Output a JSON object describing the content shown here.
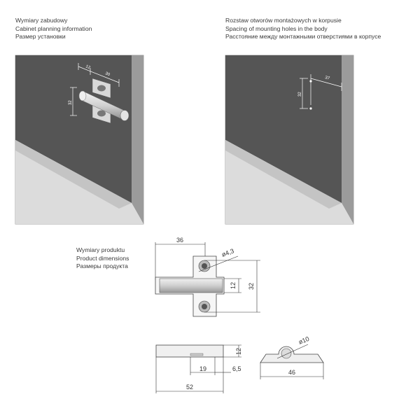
{
  "installation": {
    "caption": [
      "Wymiary zabudowy",
      "Cabinet planning information",
      "Размер установки"
    ],
    "dims": {
      "d12": "12",
      "d30": "30",
      "d32": "32"
    }
  },
  "spacing": {
    "caption": [
      "Rozstaw otworów montażowych w korpusie",
      "Spacing of mounting holes in the body",
      "Расстояние между монтажными отверстиями в корпусе"
    ],
    "dims": {
      "d37": "37",
      "d32": "32"
    }
  },
  "product": {
    "caption": [
      "Wymiary produktu",
      "Product dimensions",
      "Размеры продукта"
    ],
    "top_view": {
      "width": "36",
      "hole": "ø4,3",
      "bar": "12",
      "spacing": "32"
    },
    "side_view": {
      "height": "12",
      "inner": "19",
      "offset": "6,5",
      "length": "52"
    },
    "end_view": {
      "diameter": "ø10",
      "width": "46"
    }
  }
}
